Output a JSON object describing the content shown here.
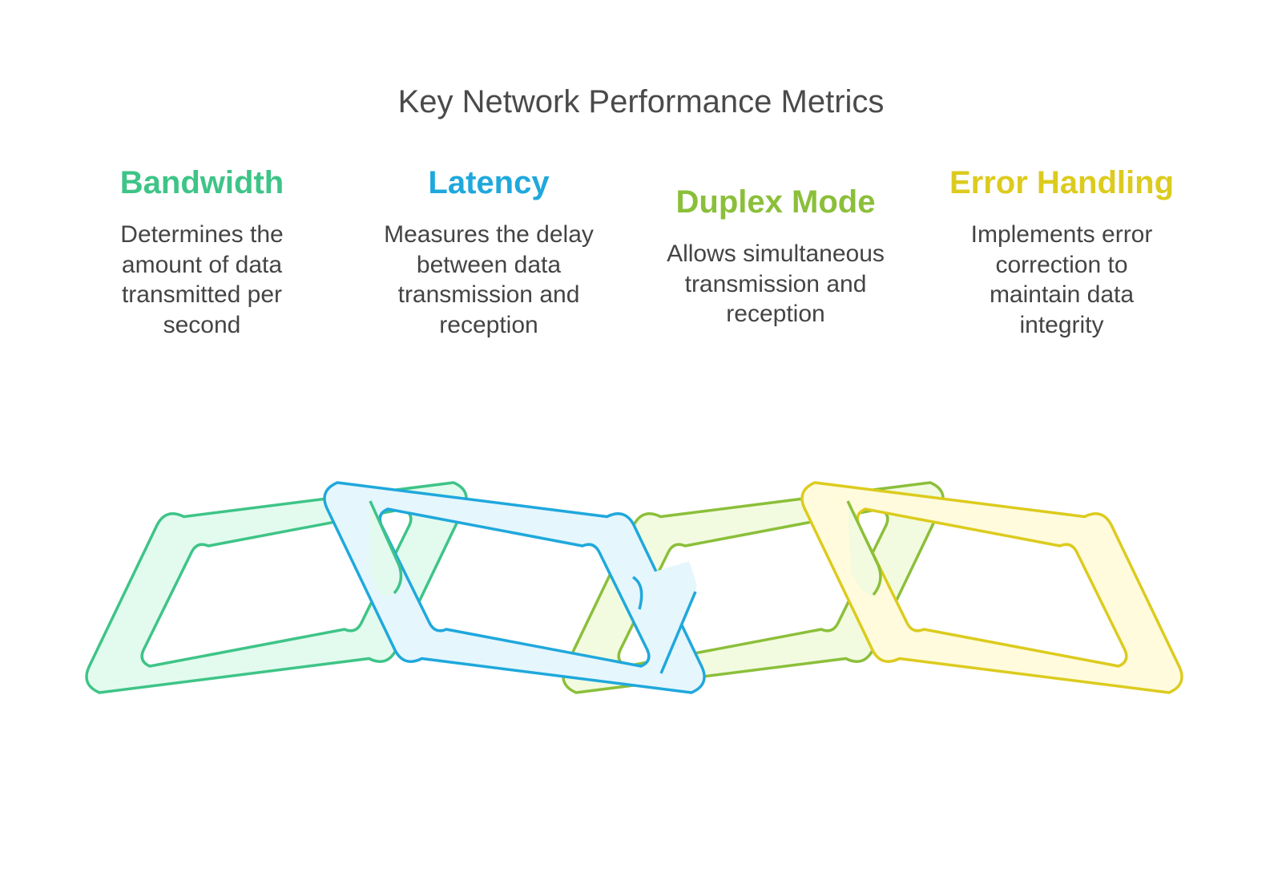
{
  "title": "Key Network Performance Metrics",
  "metrics": [
    {
      "heading": "Bandwidth",
      "description": "Determines the amount of data transmitted per second",
      "color": "#3ec487",
      "fill": "#e2fbee",
      "icon": "chain-link"
    },
    {
      "heading": "Latency",
      "description": "Measures the delay between data transmission and reception",
      "color": "#1fa8dc",
      "fill": "#e5f6fd",
      "icon": "chain-link"
    },
    {
      "heading": "Duplex Mode",
      "description": "Allows simultaneous transmission and reception",
      "color": "#8bbf3a",
      "fill": "#f2fbdf",
      "icon": "chain-link"
    },
    {
      "heading": "Error Handling",
      "description": "Implements error correction to maintain data integrity",
      "color": "#dccb1e",
      "fill": "#fffbdc",
      "icon": "chain-link"
    }
  ]
}
